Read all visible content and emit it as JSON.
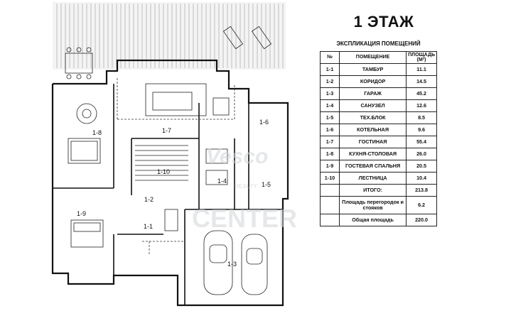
{
  "title": "1 ЭТАЖ",
  "table": {
    "caption": "ЭКСПЛИКАЦИЯ ПОМЕЩЕНИЙ",
    "headers": [
      "№",
      "ПОМЕЩЕНИЕ",
      "ПЛОЩАДЬ (М²)"
    ],
    "rows": [
      {
        "num": "1-1",
        "name": "ТАМБУР",
        "area": "11.1"
      },
      {
        "num": "1-2",
        "name": "КОРИДОР",
        "area": "14.5"
      },
      {
        "num": "1-3",
        "name": "ГАРАЖ",
        "area": "45.2"
      },
      {
        "num": "1-4",
        "name": "САНУЗЕЛ",
        "area": "12.6"
      },
      {
        "num": "1-5",
        "name": "ТЕХ.БЛОК",
        "area": "8.5"
      },
      {
        "num": "1-6",
        "name": "КОТЕЛЬНАЯ",
        "area": "9.6"
      },
      {
        "num": "1-7",
        "name": "ГОСТИНАЯ",
        "area": "55.4"
      },
      {
        "num": "1-8",
        "name": "КУХНЯ-СТОЛОВАЯ",
        "area": "26.0"
      },
      {
        "num": "1-9",
        "name": "ГОСТЕВАЯ СПАЛЬНЯ",
        "area": "20.5"
      },
      {
        "num": "1-10",
        "name": "ЛЕСТНИЦА",
        "area": "10.4"
      }
    ],
    "total": {
      "label": "ИТОГО:",
      "area": "213.8"
    },
    "partitions": {
      "label": "Площадь перегородок и стояков",
      "area": "6.2"
    },
    "overall": {
      "label": "Общая площадь",
      "area": "220.0"
    }
  },
  "plan": {
    "room_labels": [
      "1-1",
      "1-2",
      "1-3",
      "1-4",
      "1-5",
      "1-6",
      "1-7",
      "1-8",
      "1-9",
      "1-10"
    ]
  },
  "watermark": {
    "line1": "Vesco",
    "line2": "REALTY",
    "line3": "CENTER"
  }
}
